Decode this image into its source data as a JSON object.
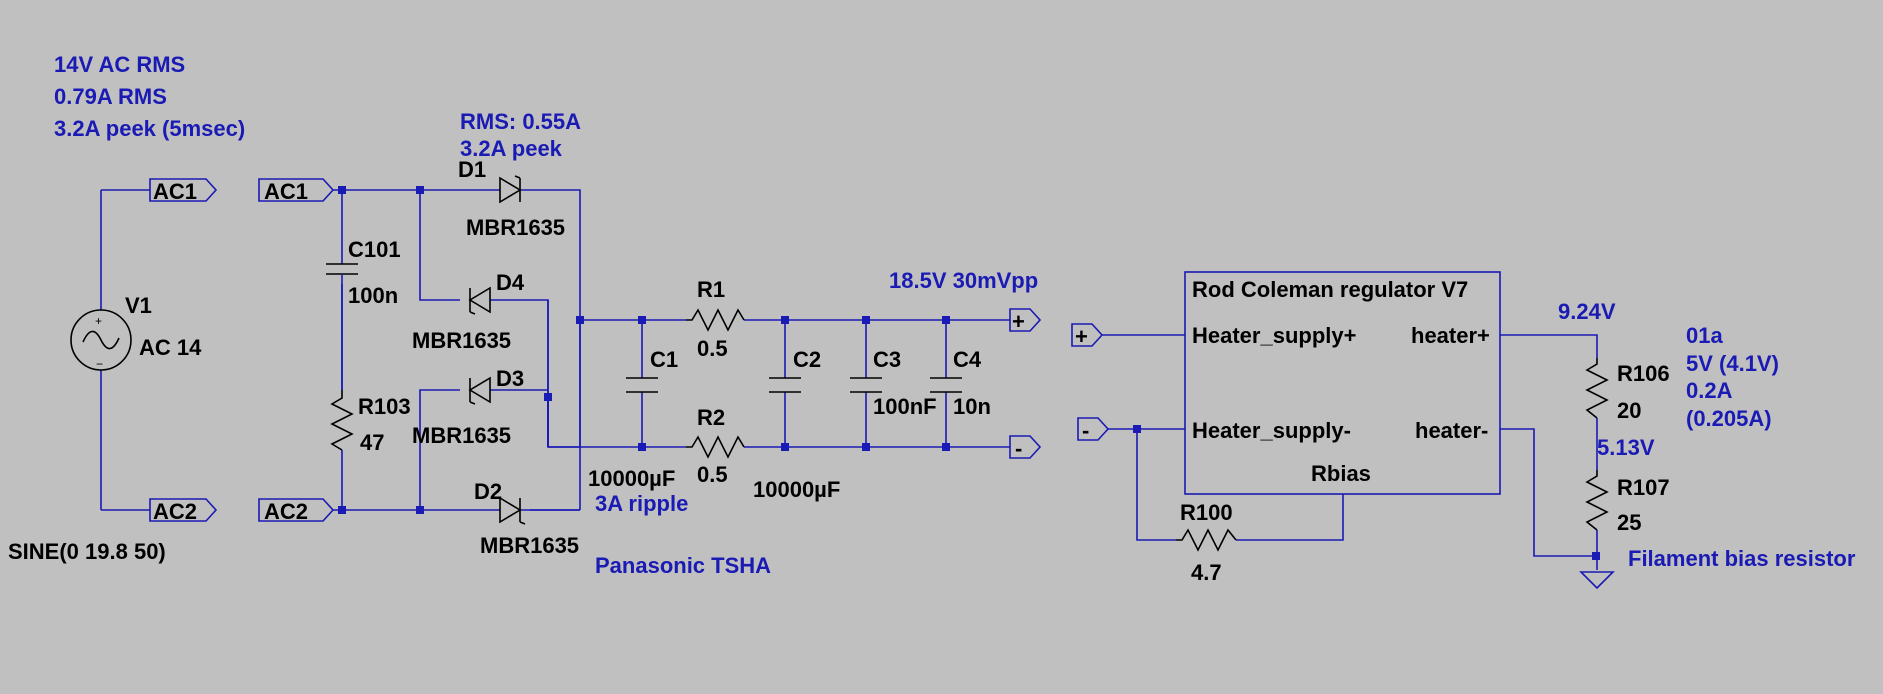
{
  "annotations": {
    "source_rms_v": "14V AC RMS",
    "source_rms_a": "0.79A RMS",
    "source_peak": "3.2A peek (5msec)",
    "diode_rms": "RMS: 0.55A",
    "diode_peak": "3.2A peek",
    "dc_out": "18.5V  30mVpp",
    "ripple": "3A ripple",
    "cap_brand": "Panasonic TSHA",
    "heater_v": "9.24V",
    "tube": "01a",
    "tube_v": "5V (4.1V)",
    "tube_a": "0.2A",
    "tube_a2": "(0.205A)",
    "mid_v": "5.13V",
    "bias_note": "Filament bias resistor"
  },
  "source": {
    "name": "V1",
    "value": "AC 14",
    "spice": "SINE(0 19.8 50)"
  },
  "labels": {
    "ac1": "AC1",
    "ac2": "AC2",
    "plus": "+",
    "minus": "-"
  },
  "components": {
    "c101": {
      "name": "C101",
      "value": "100n"
    },
    "r103": {
      "name": "R103",
      "value": "47"
    },
    "d1": {
      "name": "D1",
      "value": "MBR1635"
    },
    "d2": {
      "name": "D2",
      "value": "MBR1635"
    },
    "d3": {
      "name": "D3",
      "value": "MBR1635"
    },
    "d4": {
      "name": "D4",
      "value": "MBR1635"
    },
    "c1": {
      "name": "C1",
      "value": "10000µF"
    },
    "r1": {
      "name": "R1",
      "value": "0.5"
    },
    "r2": {
      "name": "R2",
      "value": "0.5"
    },
    "c2": {
      "name": "C2",
      "value": "10000µF"
    },
    "c3": {
      "name": "C3",
      "value": "100nF"
    },
    "c4": {
      "name": "C4",
      "value": "10n"
    },
    "r100": {
      "name": "R100",
      "value": "4.7"
    },
    "r106": {
      "name": "R106",
      "value": "20"
    },
    "r107": {
      "name": "R107",
      "value": "25"
    }
  },
  "regulator": {
    "title": "Rod Coleman regulator V7",
    "pin_supply_plus": "Heater_supply+",
    "pin_supply_minus": "Heater_supply-",
    "pin_heater_plus": "heater+",
    "pin_heater_minus": "heater-",
    "pin_rbias": "Rbias"
  }
}
